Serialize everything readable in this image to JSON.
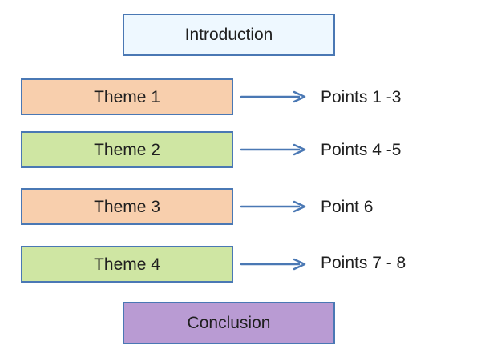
{
  "introduction": {
    "label": "Introduction"
  },
  "themes": [
    {
      "label": "Theme 1",
      "points": "Points 1 -3"
    },
    {
      "label": "Theme 2",
      "points": "Points 4 -5"
    },
    {
      "label": "Theme 3",
      "points": "Point 6"
    },
    {
      "label": "Theme 4",
      "points": "Points 7 - 8"
    }
  ],
  "conclusion": {
    "label": "Conclusion"
  },
  "colors": {
    "border": "#4a78b4",
    "arrow": "#4a78b4",
    "intro_fill": "#eef8ff",
    "orange_fill": "#f8cfad",
    "green_fill": "#cfe6a3",
    "conclusion_fill": "#b99bd3",
    "text": "#1f1f1f"
  }
}
